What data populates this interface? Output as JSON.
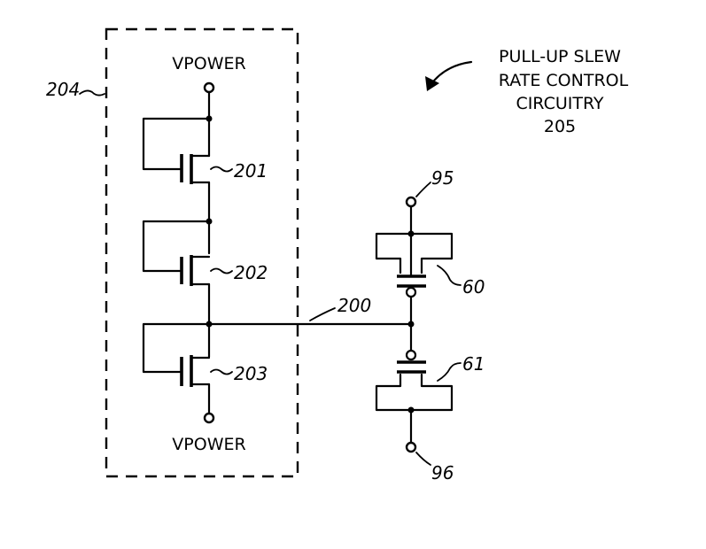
{
  "labels": {
    "vpower_top": "VPOWER",
    "vpower_bottom": "VPOWER",
    "block_ref": "204",
    "title_line1": "PULL-UP SLEW",
    "title_line2": "RATE CONTROL",
    "title_line3": "CIRCUITRY",
    "title_line4": "205",
    "t201": "201",
    "t202": "202",
    "t203": "203",
    "node_200": "200",
    "pin_95": "95",
    "pin_96": "96",
    "cap_60": "60",
    "cap_61": "61"
  }
}
